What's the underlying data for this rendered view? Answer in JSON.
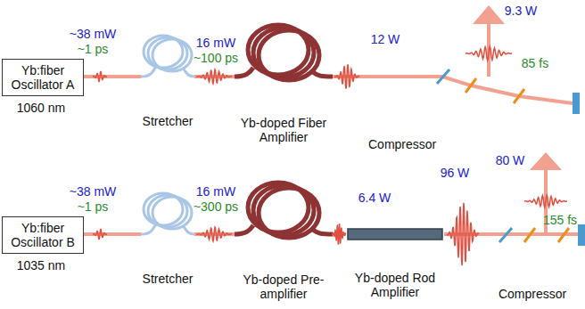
{
  "diagram": {
    "nodes": [
      {
        "text": [
          "Yb:fiber Oscillator A"
        ]
      },
      {
        "text": [
          "Stretcher"
        ]
      },
      {
        "text": [
          "Yb-doped Fiber Amplifier"
        ]
      },
      {
        "text": [
          "Compressor"
        ]
      },
      {
        "text": [
          "Yb:fiber Oscillator B"
        ]
      },
      {
        "text": [
          "Stretcher"
        ]
      },
      {
        "text": [
          "Yb-doped Pre-amplifier"
        ]
      },
      {
        "text": [
          "Yb-doped Rod Amplifier"
        ]
      },
      {
        "text": [
          "Compressor"
        ]
      }
    ],
    "edges": [
      {
        "from": 0,
        "to": 1,
        "arrow": "none"
      },
      {
        "from": 1,
        "to": 2,
        "arrow": "none"
      },
      {
        "from": 2,
        "to": 3,
        "arrow": "none"
      },
      {
        "from": 4,
        "to": 5,
        "arrow": "none"
      },
      {
        "from": 5,
        "to": 6,
        "arrow": "none"
      },
      {
        "from": 6,
        "to": 7,
        "arrow": "none"
      },
      {
        "from": 7,
        "to": 8,
        "arrow": "none"
      }
    ],
    "labels": [
      "~38 mW",
      "~1 ps",
      "16 mW",
      "~100 ps",
      "12 W",
      "9.3 W",
      "85 fs",
      "1060 nm",
      "~38 mW",
      "~1 ps",
      "16 mW",
      "~300 ps",
      "6.4 W",
      "96 W",
      "80 W",
      "155 fs",
      "1035 nm"
    ]
  }
}
